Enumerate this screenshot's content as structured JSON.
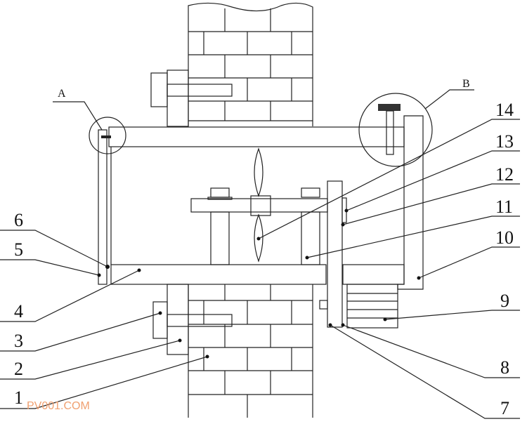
{
  "figure": {
    "detail_labels": [
      "A",
      "B"
    ],
    "part_numbers_left": [
      "6",
      "5",
      "4",
      "3",
      "2",
      "1"
    ],
    "part_numbers_right": [
      "14",
      "13",
      "12",
      "11",
      "10",
      "9",
      "8",
      "7"
    ],
    "watermark": "PV001.COM",
    "colors": {
      "line": "#222222",
      "watermark": "#f0a070"
    }
  }
}
